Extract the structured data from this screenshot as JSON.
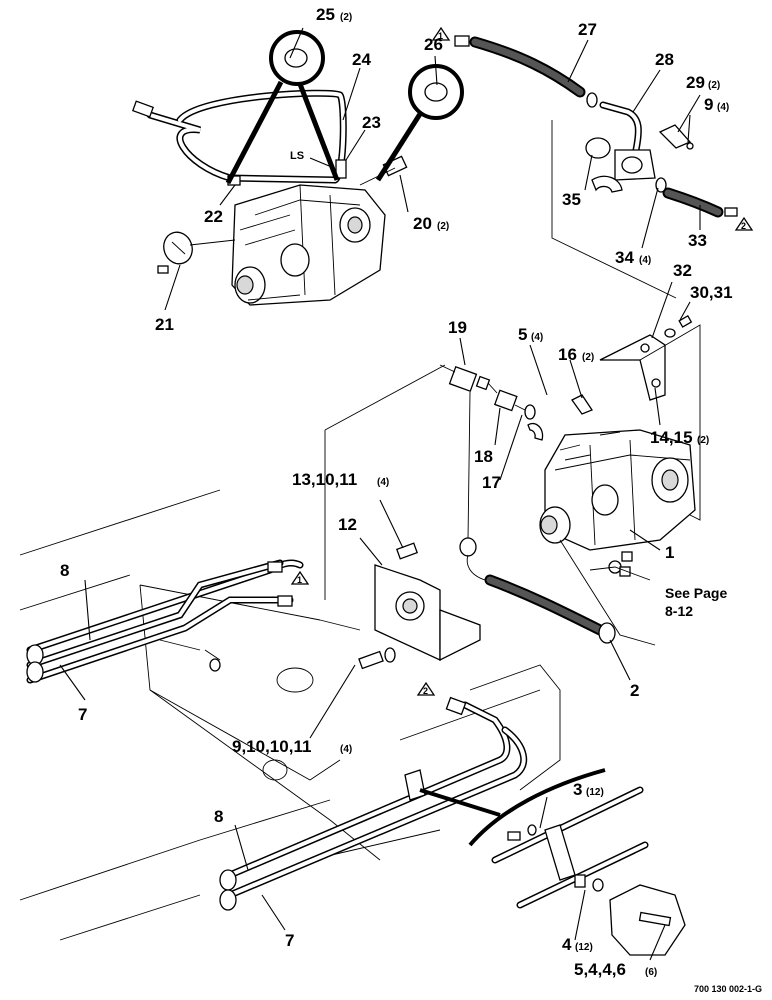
{
  "callouts": {
    "c1": "1",
    "c2": "2",
    "c3": "3",
    "c3q": "(12)",
    "c4": "4",
    "c4q": "(12)",
    "c5a": "5",
    "c5aq": "(4)",
    "c5b": "5,4,4,6",
    "c5bq": "(6)",
    "c7a": "7",
    "c7b": "7",
    "c8a": "8",
    "c8b": "8",
    "c9": "9,10,10,11",
    "c9q": "(4)",
    "c9b": "9",
    "c9bq": "(4)",
    "c12": "12",
    "c13": "13,10,11",
    "c13q": "(4)",
    "c14": "14,15",
    "c14q": "(2)",
    "c16": "16",
    "c16q": "(2)",
    "c17": "17",
    "c18": "18",
    "c19": "19",
    "c20": "20",
    "c20q": "(2)",
    "c21": "21",
    "c22": "22",
    "c23": "23",
    "c24": "24",
    "c25": "25",
    "c25q": "(2)",
    "c26": "26",
    "c27": "27",
    "c28": "28",
    "c29": "29",
    "c29q": "(2)",
    "c30": "30,31",
    "c32": "32",
    "c33": "33",
    "c34": "34",
    "c34q": "(4)",
    "c35": "35"
  },
  "ls_label": "LS",
  "see_page": {
    "line1": "See Page",
    "line2": "8-12"
  },
  "triangles": {
    "t1": "1",
    "t2": "2"
  },
  "drawing_code": "700 130 002-1-G"
}
